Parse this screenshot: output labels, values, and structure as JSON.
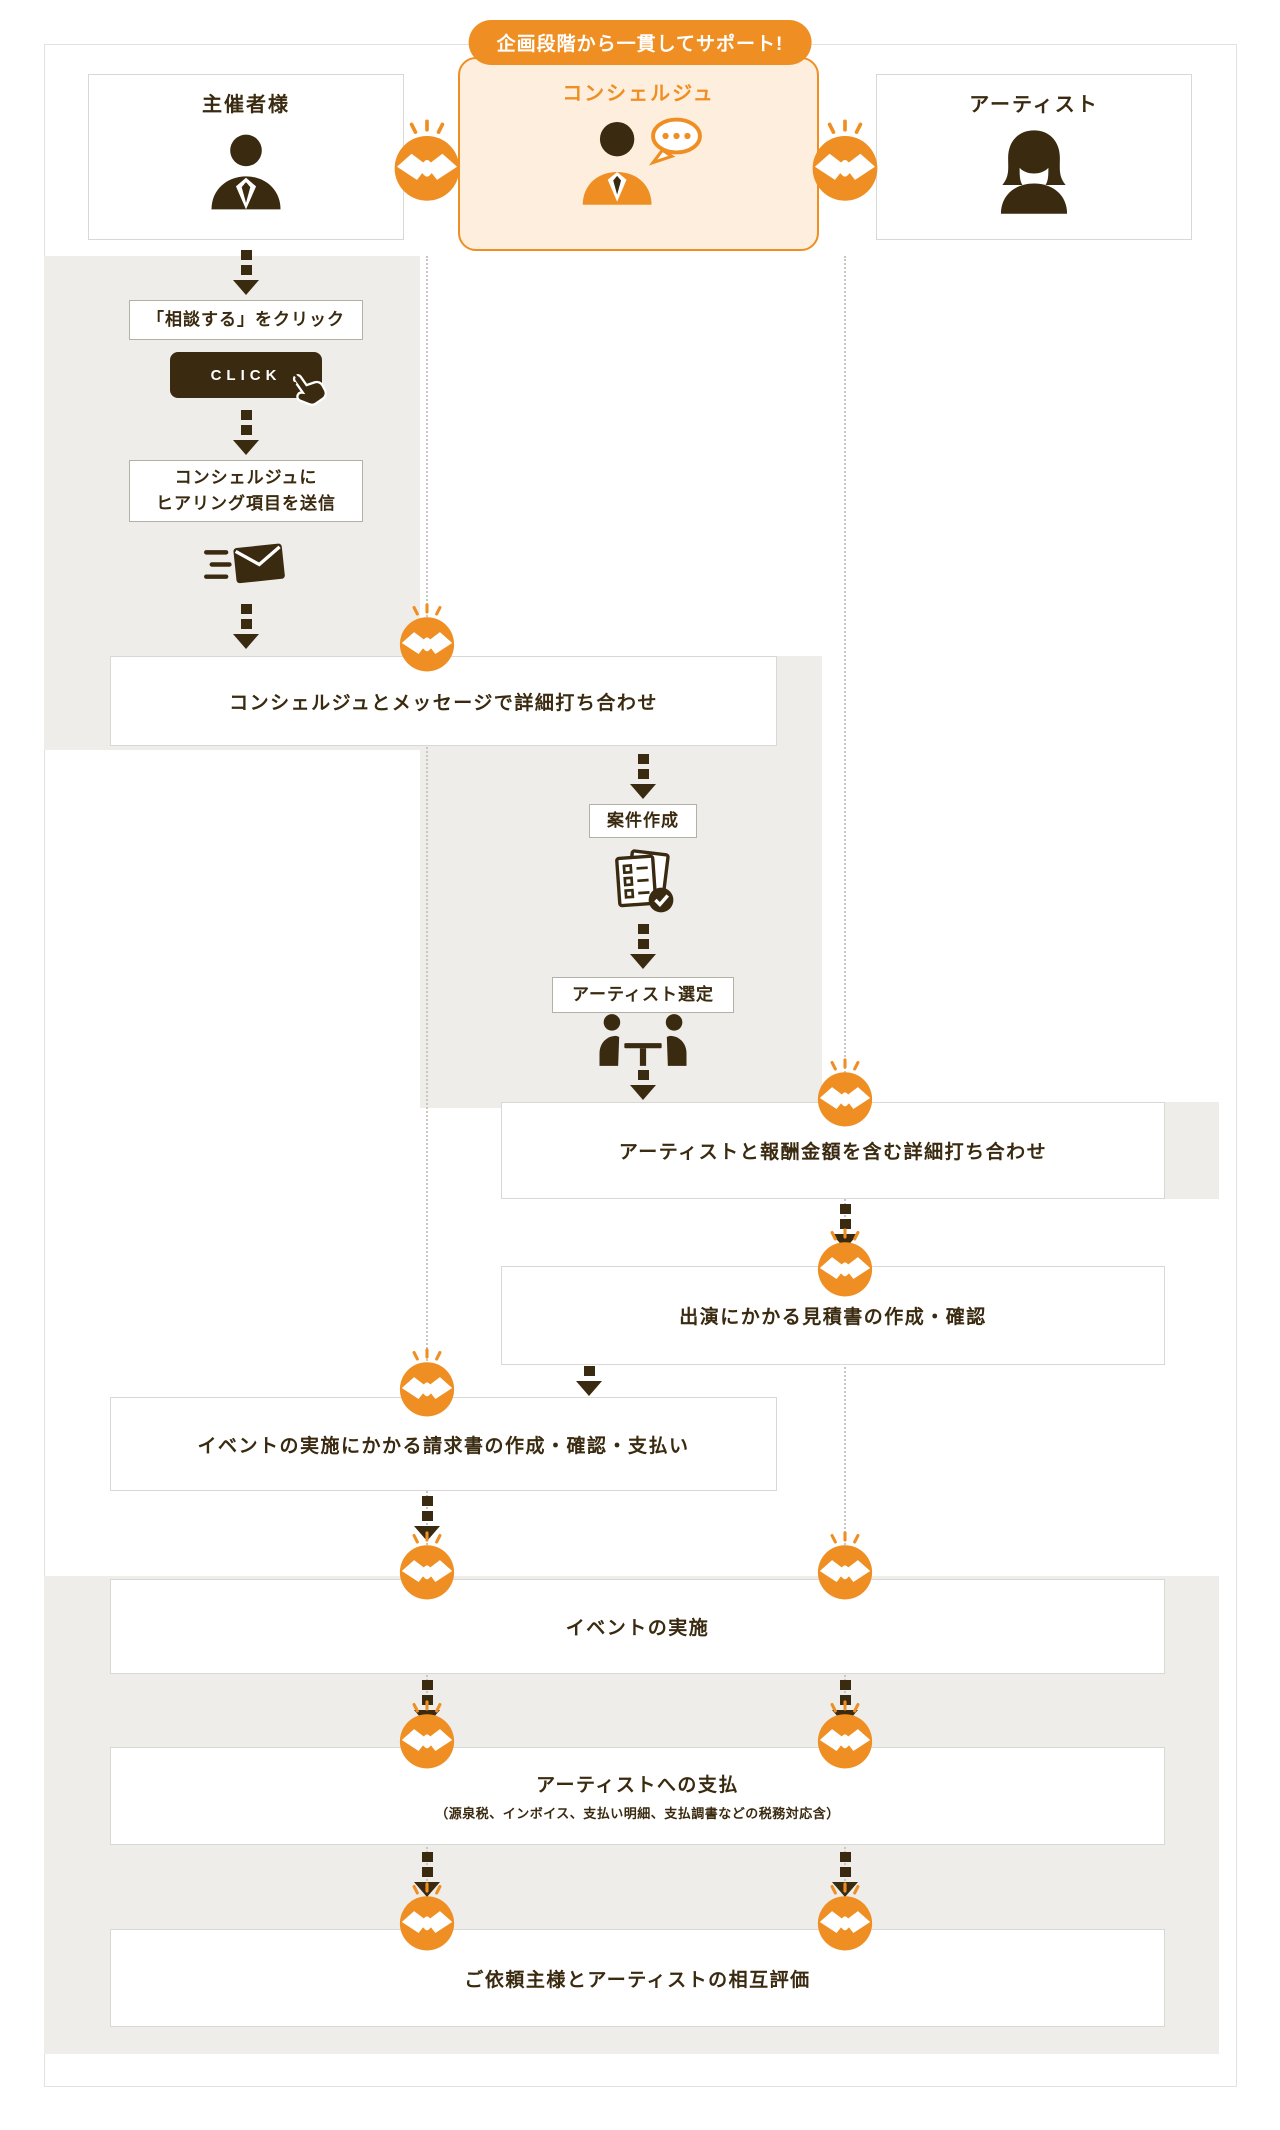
{
  "badge": {
    "label": "企画段階から一貫してサポート!"
  },
  "actors": {
    "organizer": {
      "label": "主催者様"
    },
    "concierge": {
      "label": "コンシェルジュ"
    },
    "artist": {
      "label": "アーティスト"
    }
  },
  "steps": {
    "consult_click": {
      "label": "「相談する」をクリック"
    },
    "click_button": {
      "label": "CLICK"
    },
    "send_hearing": {
      "line1": "コンシェルジュに",
      "line2": "ヒアリング項目を送信"
    },
    "concierge_meeting": {
      "label": "コンシェルジュとメッセージで詳細打ち合わせ"
    },
    "create_case": {
      "label": "案件作成"
    },
    "select_artist": {
      "label": "アーティスト選定"
    },
    "artist_meeting": {
      "label": "アーティストと報酬金額を含む詳細打ち合わせ"
    },
    "quotation": {
      "label": "出演にかかる見積書の作成・確認"
    },
    "invoice": {
      "label": "イベントの実施にかかる請求書の作成・確認・支払い"
    },
    "event": {
      "label": "イベントの実施"
    },
    "payment": {
      "label": "アーティストへの支払",
      "note": "（源泉税、インボイス、支払い明細、支払調書などの税務対応含）"
    },
    "evaluation": {
      "label": "ご依頼主様とアーティストの相互評価"
    }
  },
  "icons": {
    "handshake": "handshake-icon",
    "organizer_person": "person-suit-icon",
    "concierge_person": "person-speech-bubble-icon",
    "artist_person": "person-long-hair-icon",
    "send_mail": "send-mail-icon",
    "create_case_doc": "checklist-documents-icon",
    "select_artist_meeting": "meeting-table-icon",
    "click_cursor": "hand-cursor-icon"
  },
  "colors": {
    "accent": "#ef8f23",
    "accent_light": "#fdeedd",
    "dark_brown": "#3a2a10",
    "panel_beige": "#efede9",
    "box_border": "#d8d8d4"
  }
}
